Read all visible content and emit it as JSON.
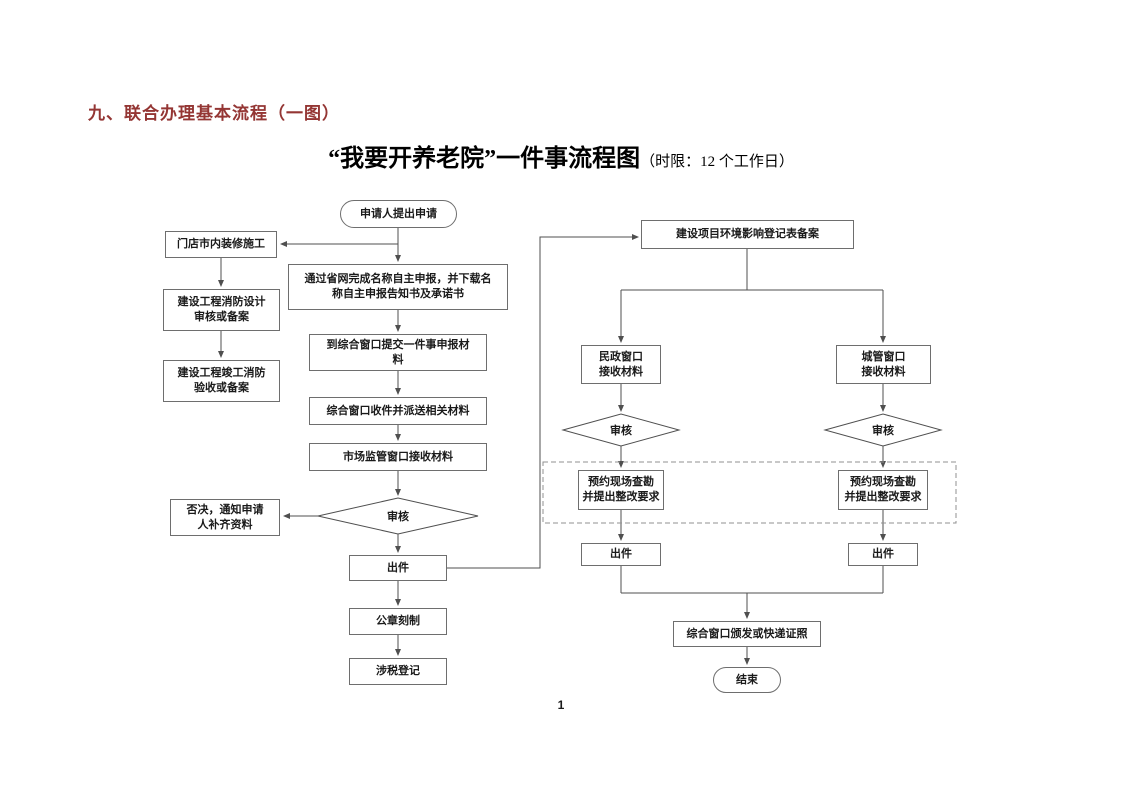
{
  "page": {
    "heading": "九、联合办理基本流程（一图）",
    "title": "“我要开养老院”一件事流程图",
    "title_note": "（时限：12 个工作日）",
    "page_number": "1"
  },
  "flowchart": {
    "nodes": {
      "start": "申请人提出申请",
      "shop_decoration": "门店市内装修施工",
      "fire_design": "建设工程消防设计\n审核或备案",
      "fire_acceptance": "建设工程竣工消防\n验收或备案",
      "name_declaration": "通过省网完成名称自主申报，并下载名\n称自主申报告知书及承诺书",
      "submit_materials": "到综合窗口提交一件事申报材\n料",
      "dispatch_materials": "综合窗口收件并派送相关材料",
      "market_reception": "市场监管窗口接收材料",
      "review_market": "审核",
      "reject_notice": "否决，通知申请\n人补齐资料",
      "issue_market": "出件",
      "seal_engraving": "公章刻制",
      "tax_registration": "涉税登记",
      "env_registration": "建设项目环境影响登记表备案",
      "civil_reception": "民政窗口\n接收材料",
      "urban_reception": "城管窗口\n接收材料",
      "review_civil": "审核",
      "review_urban": "审核",
      "site_survey_civil": "预约现场查勘\n并提出整改要求",
      "site_survey_urban": "预约现场查勘\n并提出整改要求",
      "issue_civil": "出件",
      "issue_urban": "出件",
      "license_delivery": "综合窗口颁发或快递证照",
      "end": "结束"
    },
    "colors": {
      "heading": "#943634",
      "connector_line": "#4f4f4f",
      "box_border": "#6e6e6e",
      "background": "#ffffff"
    }
  }
}
